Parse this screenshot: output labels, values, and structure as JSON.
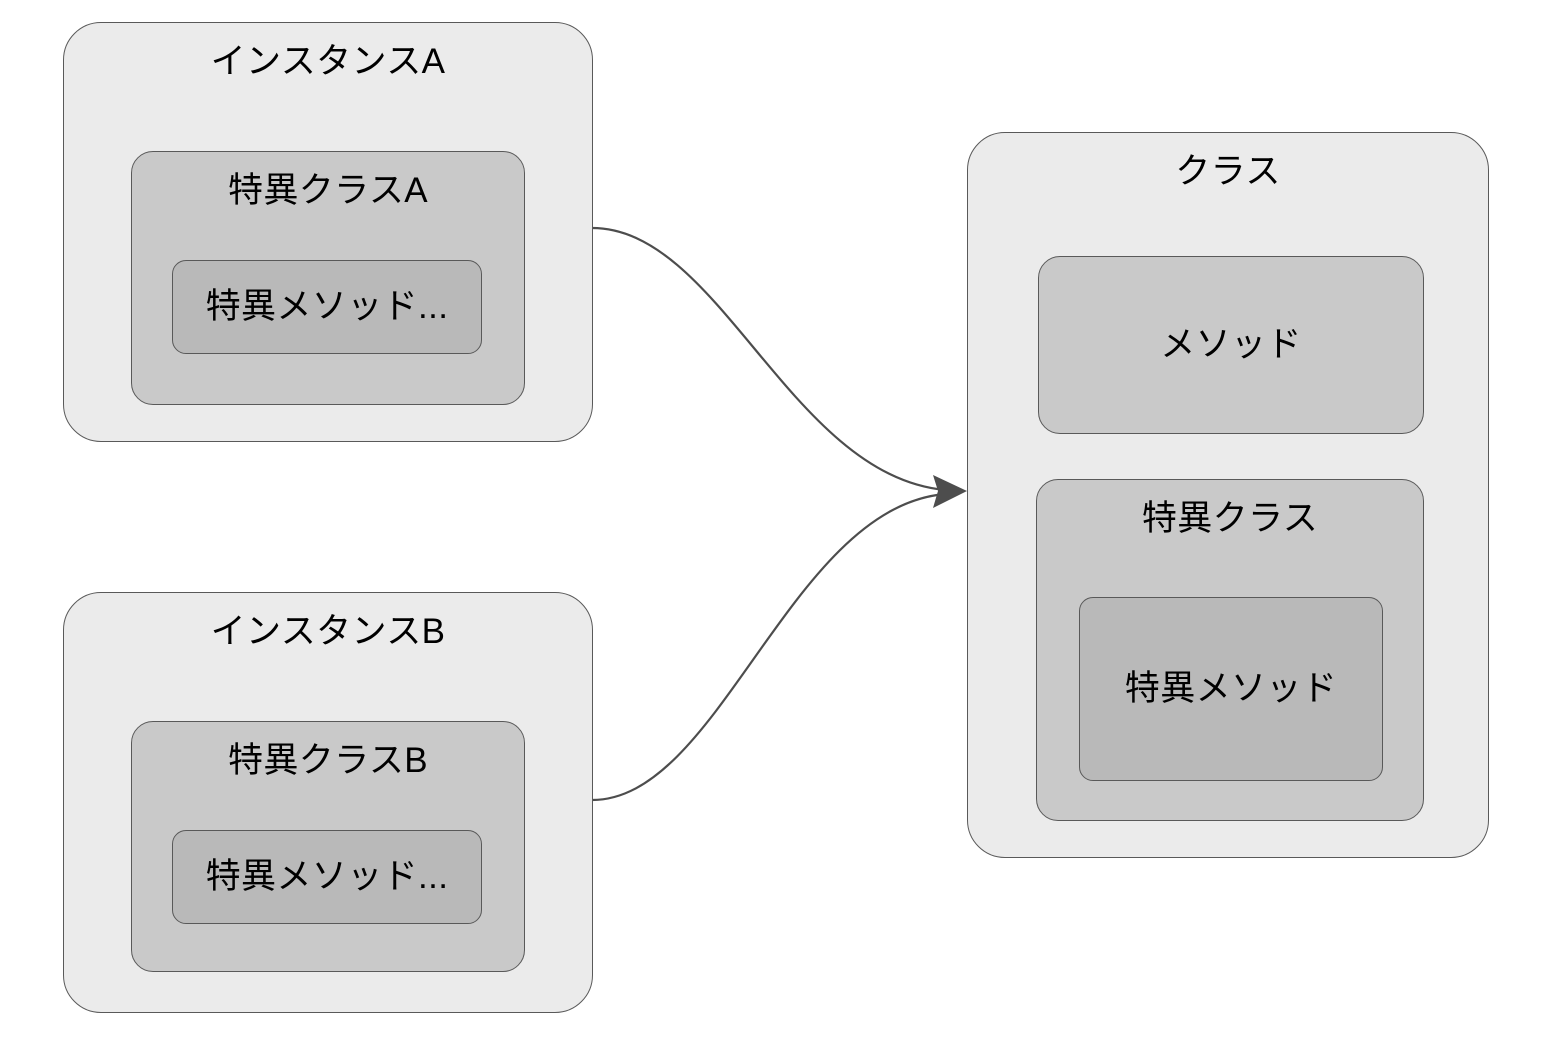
{
  "diagram": {
    "title_text_present": false,
    "palette": {
      "canvas_background": "#ffffff",
      "outer_box_fill": "#ebebeb",
      "mid_box_fill": "#c9c9c9",
      "inner_box_fill": "#b9b9b9",
      "border_color": "#595959",
      "connector_color": "#4d4d4d",
      "text_color": "#000000"
    },
    "nodes": {
      "instance_a": {
        "label": "インスタンスA",
        "singleton_class": {
          "label": "特異クラスA"
        },
        "singleton_method": {
          "label": "特異メソッド..."
        }
      },
      "instance_b": {
        "label": "インスタンスB",
        "singleton_class": {
          "label": "特異クラスB"
        },
        "singleton_method": {
          "label": "特異メソッド..."
        }
      },
      "klass": {
        "label": "クラス",
        "method": {
          "label": "メソッド"
        },
        "singleton_class": {
          "label": "特異クラス"
        },
        "singleton_method": {
          "label": "特異メソッド"
        }
      }
    },
    "edges": [
      {
        "name": "instance-a-to-class",
        "from": "instance_a",
        "to": "klass",
        "arrowhead": "filled-triangle",
        "style": "curved"
      },
      {
        "name": "instance-b-to-class",
        "from": "instance_b",
        "to": "klass",
        "arrowhead": "filled-triangle",
        "style": "curved"
      }
    ]
  }
}
